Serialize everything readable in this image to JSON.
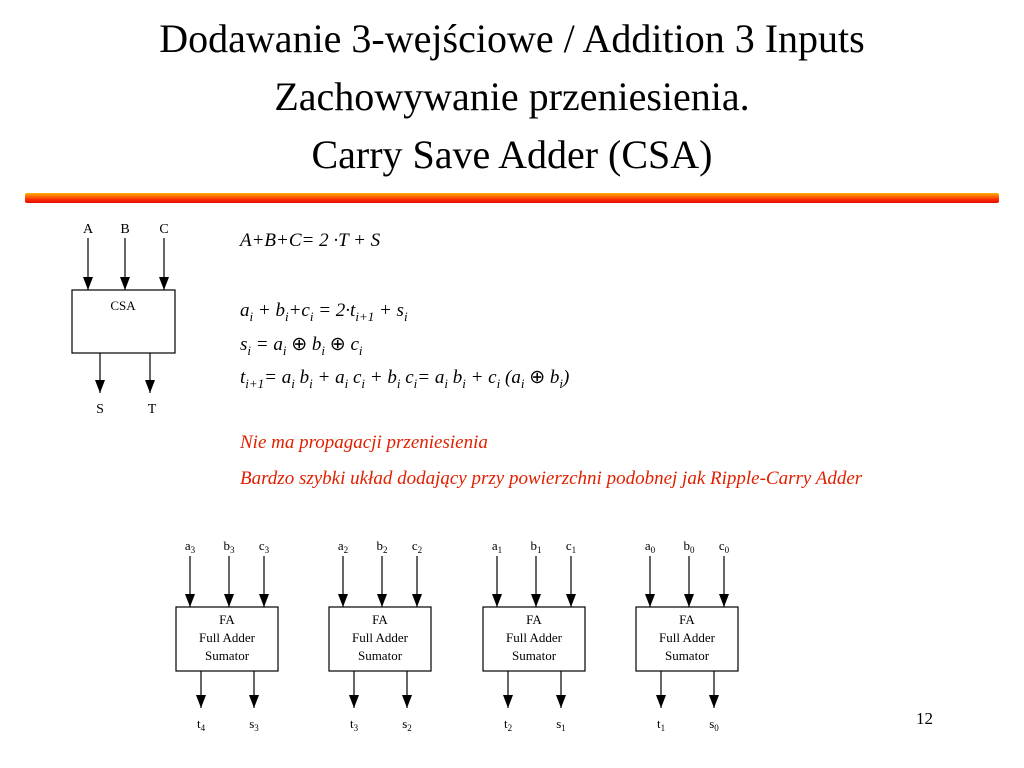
{
  "slide": {
    "title_line1": "Dodawanie 3-wejściowe / Addition 3 Inputs",
    "title_line2": "Zachowywanie przeniesienia.",
    "title_line3": "Carry Save Adder (CSA)",
    "page_number": "12"
  },
  "csa_block": {
    "inputs": [
      "A",
      "B",
      "C"
    ],
    "label": "CSA",
    "outputs": [
      "S",
      "T"
    ]
  },
  "equations": {
    "eq1": "A+B+C= 2 ·T + S",
    "eq2": "ai + bi+ci = 2·ti+1 + si",
    "eq3": "si = ai ⊕ bi ⊕ ci",
    "eq4": "ti+1= ai bi + ai ci + bi ci= ai bi + ci (ai ⊕ bi)"
  },
  "notes": {
    "no_propagation": "Nie ma propagacji przeniesienia",
    "fast_adder": "Bardzo szybki układ dodający przy powierzchni podobnej jak Ripple-Carry Adder"
  },
  "full_adders": [
    {
      "line1": "FA",
      "line2": "Full Adder",
      "line3": "Sumator",
      "a": "a",
      "a_idx": "3",
      "b": "b",
      "b_idx": "3",
      "c": "c",
      "c_idx": "3",
      "t": "t",
      "t_idx": "4",
      "s": "s",
      "s_idx": "3"
    },
    {
      "line1": "FA",
      "line2": "Full Adder",
      "line3": "Sumator",
      "a": "a",
      "a_idx": "2",
      "b": "b",
      "b_idx": "2",
      "c": "c",
      "c_idx": "2",
      "t": "t",
      "t_idx": "3",
      "s": "s",
      "s_idx": "2"
    },
    {
      "line1": "FA",
      "line2": "Full Adder",
      "line3": "Sumator",
      "a": "a",
      "a_idx": "1",
      "b": "b",
      "b_idx": "1",
      "c": "c",
      "c_idx": "1",
      "t": "t",
      "t_idx": "2",
      "s": "s",
      "s_idx": "1"
    },
    {
      "line1": "FA",
      "line2": "Full Adder",
      "line3": "Sumator",
      "a": "a",
      "a_idx": "0",
      "b": "b",
      "b_idx": "0",
      "c": "c",
      "c_idx": "0",
      "t": "t",
      "t_idx": "1",
      "s": "s",
      "s_idx": "0"
    }
  ],
  "colors": {
    "note_text": "#e02000",
    "rule_top": "#ffb000",
    "rule_bottom": "#e01000"
  }
}
